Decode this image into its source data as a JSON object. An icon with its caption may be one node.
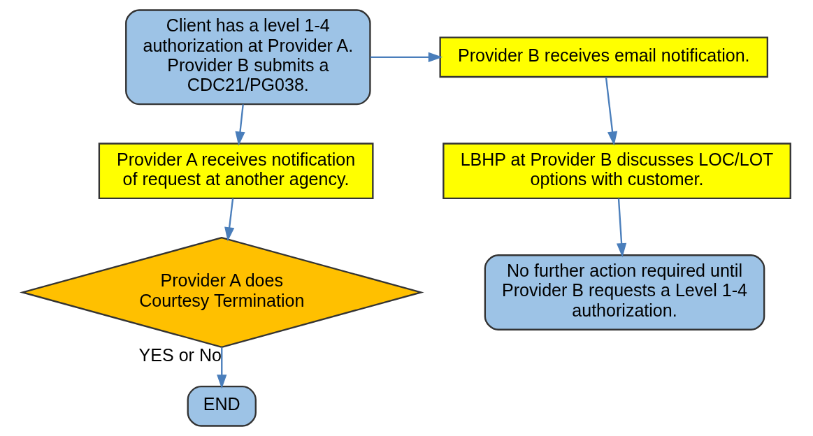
{
  "diagram": {
    "nodes": [
      {
        "text": [
          "Client has a level 1-4 authorization at Provider A. Provider B submits a CDC21/PG038."
        ]
      },
      {
        "text": [
          "Provider B receives email notification."
        ]
      },
      {
        "text": [
          "LBHP at Provider B discusses LOC/LOT options with customer."
        ]
      },
      {
        "text": [
          "No further action required until Provider B requests a Level 1-4 authorization."
        ]
      },
      {
        "text": [
          "Provider A receives notification of request at another agency."
        ]
      },
      {
        "text": [
          "Provider A does Courtesy Termination"
        ]
      },
      {
        "text": [
          "END"
        ]
      }
    ],
    "edges": [
      {
        "from": 0,
        "to": 1,
        "arrow": "to"
      },
      {
        "from": 1,
        "to": 2,
        "arrow": "to"
      },
      {
        "from": 2,
        "to": 3,
        "arrow": "to"
      },
      {
        "from": 0,
        "to": 4,
        "arrow": "to"
      },
      {
        "from": 4,
        "to": 5,
        "arrow": "to"
      },
      {
        "from": 5,
        "to": 6,
        "arrow": "to",
        "label": "YES or No"
      }
    ]
  }
}
